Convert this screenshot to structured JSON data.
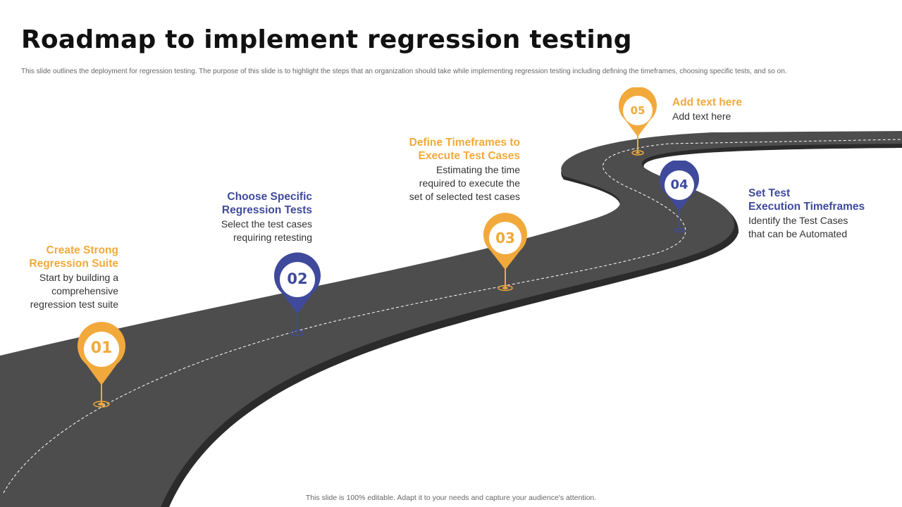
{
  "title": "Roadmap to implement regression testing",
  "subtitle": "This slide outlines the deployment for regression testing. The purpose of this slide is to highlight the steps that an organization should take while implementing  regression testing including defining the timeframes, choosing specific tests, and so on.",
  "footer": "This slide is 100% editable. Adapt it to your needs and capture your audience's attention.",
  "colors": {
    "orange": "#F2A93B",
    "navy": "#3F4A9C",
    "road": "#4D4D4D",
    "road_shadow": "#2B2B2B"
  },
  "steps": [
    {
      "number": "01",
      "title": "Create Strong\nRegression Suite",
      "description": "Start by building a\ncomprehensive\nregression test suite",
      "color": "orange"
    },
    {
      "number": "02",
      "title": "Choose Specific\nRegression Tests",
      "description": "Select the test cases\nrequiring retesting",
      "color": "navy"
    },
    {
      "number": "03",
      "title": "Define Timeframes to\nExecute Test Cases",
      "description": "Estimating the time\nrequired to execute the\nset of selected test cases",
      "color": "orange"
    },
    {
      "number": "04",
      "title": "Set Test\nExecution Timeframes",
      "description": "Identify the Test Cases\nthat can be Automated",
      "color": "navy"
    },
    {
      "number": "05",
      "title": "Add text here",
      "description": "Add text here",
      "color": "orange"
    }
  ]
}
